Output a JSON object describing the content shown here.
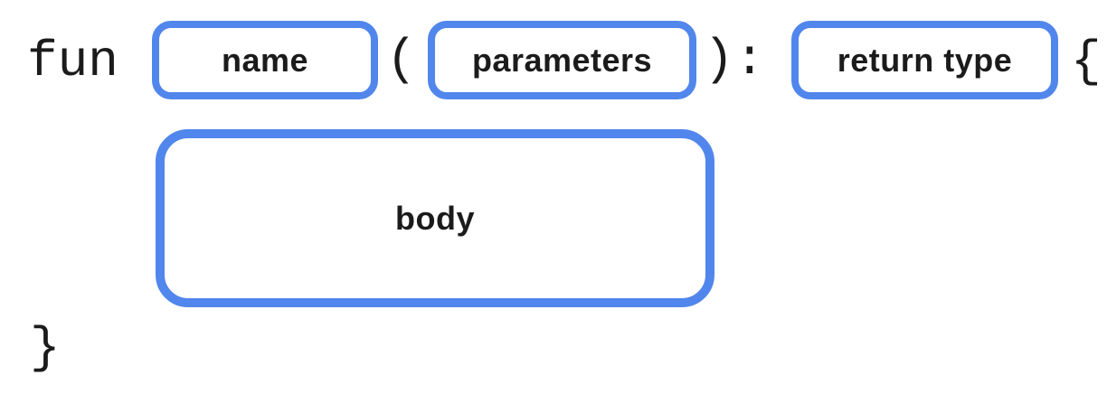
{
  "diagram": {
    "description": "function syntax diagram",
    "code_tokens": {
      "keyword": "fun",
      "open_paren": "(",
      "close_paren": ")",
      "colon": ":",
      "open_brace": "{",
      "close_brace": "}"
    },
    "slots": {
      "name": "name",
      "parameters": "parameters",
      "return_type": "return type",
      "body": "body"
    },
    "colors": {
      "slot_border": "#5186EC",
      "text": "#1B1B1B",
      "background": "#FFFFFF"
    }
  }
}
